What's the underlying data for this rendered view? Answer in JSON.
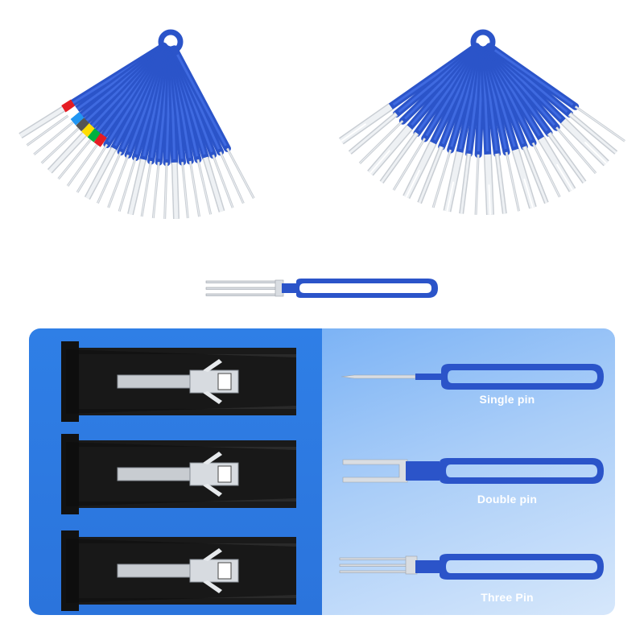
{
  "labels": {
    "single": "Single pin",
    "double": "Double pin",
    "three": "Three Pin"
  },
  "colors": {
    "tool_blue": "#2b54c9",
    "panel_blue": "#2f7fe6",
    "panel_light": "#a9cdf8",
    "steel": "#d9dde2",
    "label_white": "#ffffff"
  },
  "icons": [
    "fan-tool-set-left",
    "fan-tool-set-right",
    "three-pin-tool",
    "single-pin-tool",
    "double-pin-tool",
    "connector-cross-section"
  ]
}
